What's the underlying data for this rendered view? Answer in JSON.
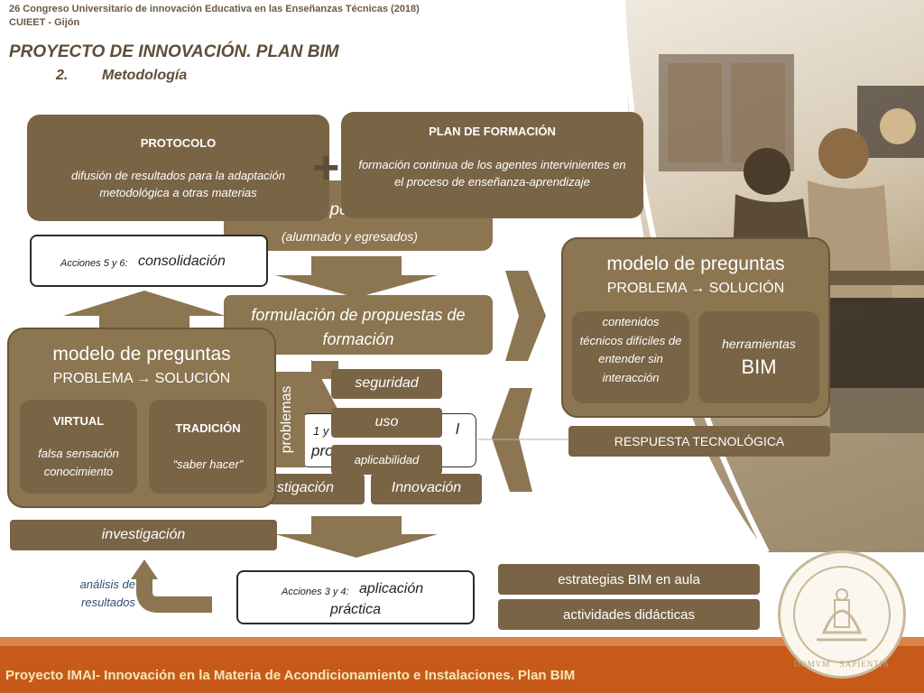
{
  "header": {
    "conference_line1": "26 Congreso Universitario de innovación Educativa en las Enseñanzas Técnicas (2018)",
    "conference_line2": "CUIEET - Gijón",
    "title": "PROYECTO DE INNOVACIÓN. PLAN BIM",
    "section_number": "2.",
    "section_label": "Metodología"
  },
  "protocolo": {
    "title": "PROTOCOLO",
    "text": "difusión de resultados para la adaptación metodológica a otras materias"
  },
  "plan_formacion": {
    "title": "PLAN DE FORMACIÓN",
    "text": "formación continua de los agentes intervinientes en el proceso de enseñanza-aprendizaje"
  },
  "plus_sign": "+",
  "hidden_box": {
    "partial_text": "spe",
    "caption": "(alumnado y egresados)"
  },
  "acciones_56": {
    "prefix": "Acciones 5 y 6:",
    "text": "consolidación"
  },
  "formulacion": "formulación de propuestas de formación",
  "right_model": {
    "title": "modelo de preguntas",
    "subtitle": "PROBLEMA → SOLUCIÓN",
    "left_box": "contenidos técnicos difíciles de entender sin interacción",
    "right_box_line1": "herramientas",
    "right_box_line2": "BIM"
  },
  "respuesta_tecnologica": "RESPUESTA TECNOLÓGICA",
  "left_model": {
    "title": "modelo de preguntas",
    "subtitle": "PROBLEMA → SOLUCIÓN",
    "virtual_title": "VIRTUAL",
    "virtual_text": "falsa sensación conocimiento",
    "tradicion_title": "TRADICIÓN",
    "tradicion_text": "“saber hacer”"
  },
  "problemas_label": "problemas",
  "chips": {
    "seguridad": "seguridad",
    "uso": "uso",
    "aplicabilidad": "aplicabilidad"
  },
  "partial_center": {
    "line1": "1 y",
    "line1_right": "l",
    "line2": "pro"
  },
  "investigacion_partial": "estigación",
  "innovacion": "Innovación",
  "investigacion": "investigación",
  "analisis": "análisis de resultados",
  "acciones_34": {
    "prefix": "Acciones 3 y 4:",
    "text_line1": "aplicación",
    "text_line2": "práctica"
  },
  "estrategias": "estrategias BIM en aula",
  "actividades": "actividades didácticas",
  "seal_text": "DOMVM · SAPIENTIA",
  "footer": "Proyecto IMAI- Innovación en la Materia de Acondicionamiento e Instalaciones. Plan BIM",
  "colors": {
    "box_brown": "#8c7551",
    "box_dark": "#7a6446",
    "footer_orange": "#c85a19",
    "footer_text": "#f3e7b8",
    "title_brown": "#5e4d38"
  }
}
